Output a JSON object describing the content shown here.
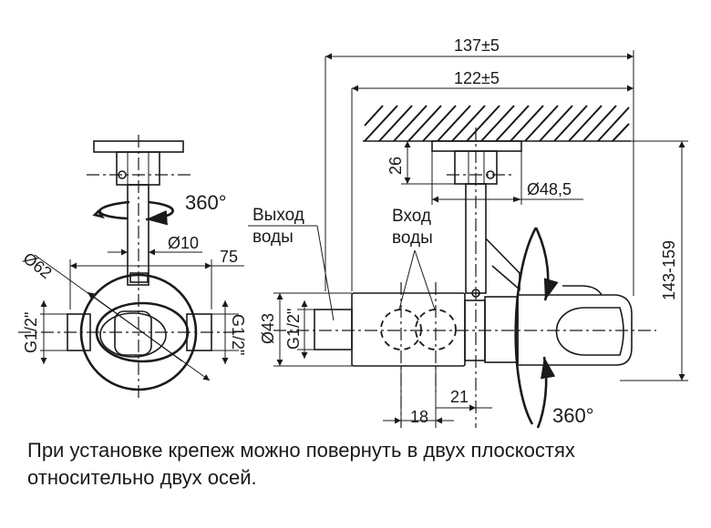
{
  "dimensions": {
    "overall_width": "137±5",
    "mount_width": "122±5",
    "mount_height": "26",
    "flange_diameter": "Ø48,5",
    "height_range": "143-159",
    "body_diameter": "Ø43",
    "thread_left": "G1/2\"",
    "thread_front_left": "G1/2\"",
    "thread_front_right": "G1/2\"",
    "spacing_18": "18",
    "spacing_21": "21",
    "front_diameter": "Ø62",
    "rod_diameter": "Ø10",
    "front_width": "75"
  },
  "labels": {
    "outlet_line1": "Выход",
    "outlet_line2": "воды",
    "inlet_line1": "Вход",
    "inlet_line2": "воды",
    "rotation_top": "360°",
    "rotation_side": "360°"
  },
  "note": {
    "line1": "При установке  крепеж можно повернуть в двух плоскостях",
    "line2": "относительно двух осей."
  }
}
